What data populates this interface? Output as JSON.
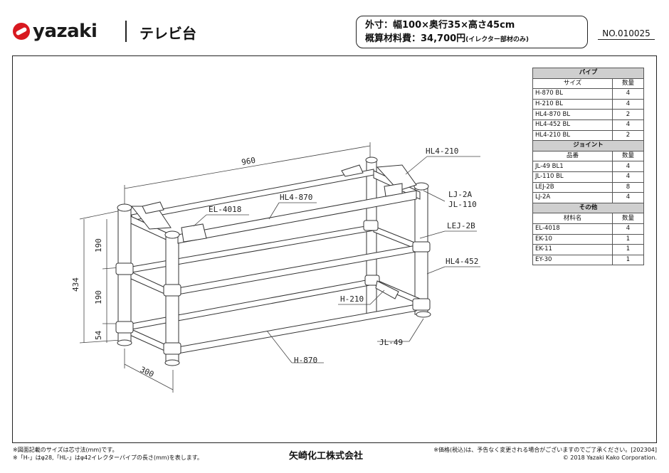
{
  "header": {
    "logo_text": "yazaki",
    "title": "テレビ台",
    "spec_size": "外寸：幅100×奥行35×高さ45cm",
    "spec_cost": "概算材料費：34,700円",
    "spec_cost_note": "(イレクター部材のみ)",
    "doc_no": "NO.010025",
    "brand_color": "#d81920"
  },
  "drawing": {
    "labels": {
      "HL4-210": "HL4-210",
      "LJ-2A": "LJ-2A",
      "JL-110": "JL-110",
      "LEJ-2B": "LEJ-2B",
      "HL4-452": "HL4-452",
      "H-210": "H-210",
      "JL-49": "JL-49",
      "H-870": "H-870",
      "HL4-870": "HL4-870",
      "EL-4018": "EL-4018"
    },
    "dims": {
      "width": "960",
      "height_total": "434",
      "height_upper": "190",
      "height_middle": "190",
      "height_lower": "54",
      "depth": "300"
    }
  },
  "parts_table": {
    "sections": [
      {
        "title": "パイプ",
        "col1": "サイズ",
        "col2": "数量",
        "rows": [
          {
            "name": "H-870 BL",
            "qty": "4"
          },
          {
            "name": "H-210 BL",
            "qty": "4"
          },
          {
            "name": "HL4-870 BL",
            "qty": "2"
          },
          {
            "name": "HL4-452 BL",
            "qty": "4"
          },
          {
            "name": "HL4-210 BL",
            "qty": "2"
          }
        ]
      },
      {
        "title": "ジョイント",
        "col1": "品番",
        "col2": "数量",
        "rows": [
          {
            "name": "JL-49 BL1",
            "qty": "4"
          },
          {
            "name": "JL-110 BL",
            "qty": "4"
          },
          {
            "name": "LEJ-2B",
            "qty": "8"
          },
          {
            "name": "LJ-2A",
            "qty": "4"
          }
        ]
      },
      {
        "title": "その他",
        "col1": "材料名",
        "col2": "数量",
        "rows": [
          {
            "name": "EL-4018",
            "qty": "4"
          },
          {
            "name": "EK-10",
            "qty": "1"
          },
          {
            "name": "EK-11",
            "qty": "1"
          },
          {
            "name": "EY-30",
            "qty": "1"
          }
        ]
      }
    ]
  },
  "footer": {
    "note1": "※図面記載のサイズは芯寸法(mm)です。",
    "note2": "※「H-」はφ28,「HL-」はφ42イレクターパイプの長さ(mm)を表します。",
    "company": "矢崎化工株式会社",
    "price_note": "※価格(税込)は、予告なく変更される場合がございますのでご了承ください。[202304]",
    "copyright": "© 2018 Yazaki Kako Corporation."
  }
}
